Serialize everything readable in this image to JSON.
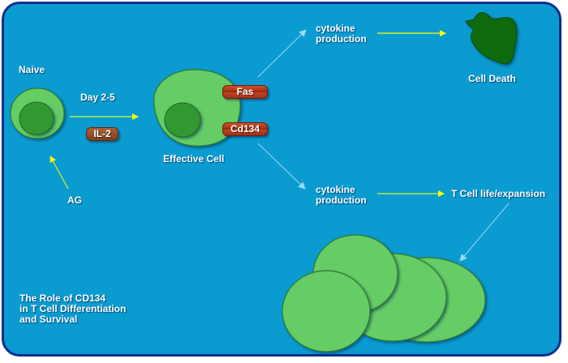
{
  "title": "The Role of CD134 in T Cell Differentiation and Survival",
  "title_lines": [
    "The Role of CD134",
    "in T Cell Differentiation",
    "and Survival"
  ],
  "labels": {
    "naive": "Naive",
    "day": "Day 2-5",
    "il2": "IL-2",
    "ag": "AG",
    "effective_cell": "Effective Cell",
    "fas": "Fas",
    "cd134": "Cd134",
    "cytokine_top": [
      "cytokine",
      "production"
    ],
    "cytokine_bottom": [
      "cytokine",
      "production"
    ],
    "cell_death": "Cell Death",
    "t_cell_life": "T Cell life/expansion"
  },
  "colors": {
    "background": "#0a9bd0",
    "border": "#0b2f8f",
    "cell": "#66cc66",
    "nucleus": "#339933",
    "dead_cell": "#0d6a10",
    "arrow_yellow": "#ffff00",
    "arrow_light_blue": "#9ad8f2",
    "receptor": "#b2381a",
    "il2_badge": "#8b4a25"
  }
}
